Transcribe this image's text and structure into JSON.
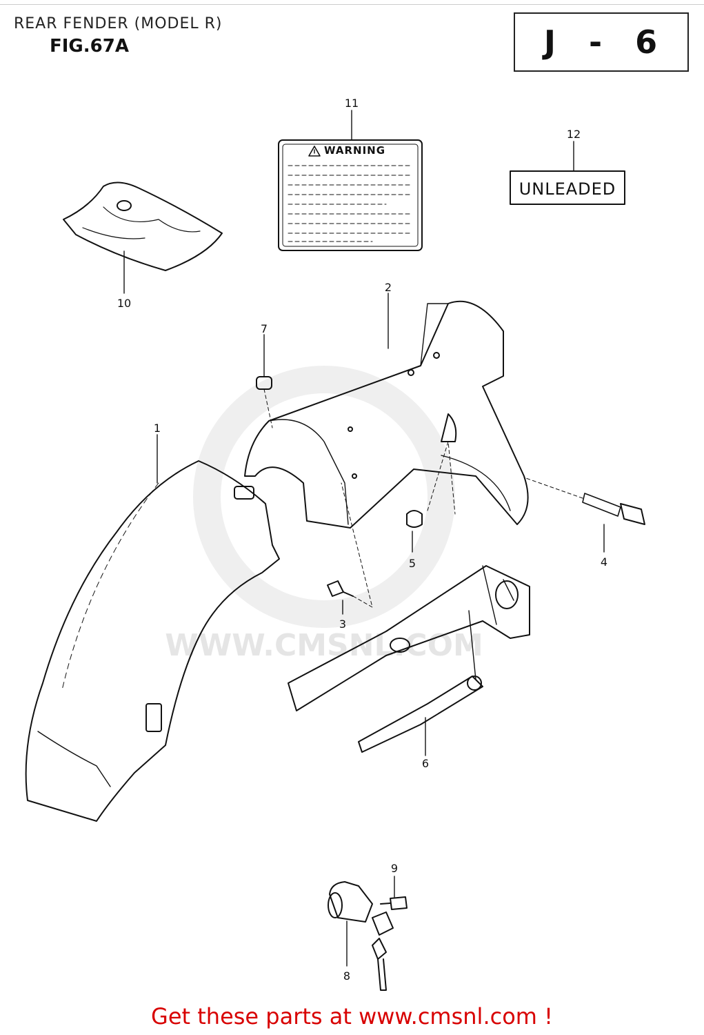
{
  "header": {
    "title": "REAR FENDER (MODEL R)",
    "figure": "FIG.67A",
    "section": "J - 6"
  },
  "labels": {
    "warning_title": "WARNING",
    "unleaded_text": "UNLEADED"
  },
  "watermark": {
    "text": "WWW.CMSNL.COM"
  },
  "callouts": [
    {
      "number": "1",
      "part": "rear-fender"
    },
    {
      "number": "2",
      "part": "rear-fender-cover"
    },
    {
      "number": "3",
      "part": "bolt"
    },
    {
      "number": "4",
      "part": "bolt"
    },
    {
      "number": "5",
      "part": "cushion"
    },
    {
      "number": "6",
      "part": "fender-bracket"
    },
    {
      "number": "7",
      "part": "cushion"
    },
    {
      "number": "8",
      "part": "helmet-lock-set"
    },
    {
      "number": "9",
      "part": "screw"
    },
    {
      "number": "10",
      "part": "tool-bag"
    },
    {
      "number": "11",
      "part": "warning-label"
    },
    {
      "number": "12",
      "part": "unleaded-label"
    }
  ],
  "footer": {
    "text": "Get these parts at www.cmsnl.com !",
    "color": "#d80000"
  }
}
